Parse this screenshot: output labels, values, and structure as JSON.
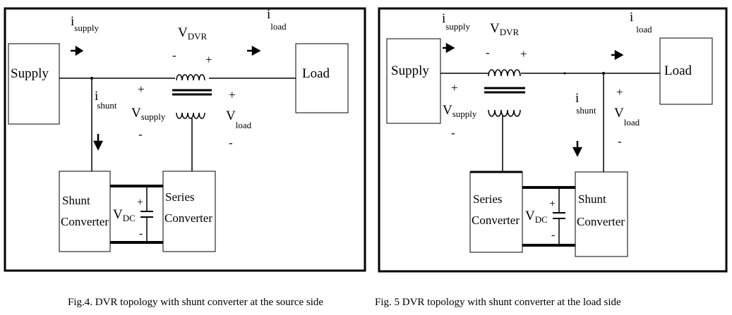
{
  "fig4": {
    "supply": "Supply",
    "load": "Load",
    "i_supply": "i",
    "i_supply_sub": "supply",
    "i_load": "i",
    "i_load_sub": "load",
    "vdvr": "V",
    "vdvr_sub": "DVR",
    "i_shunt": "i",
    "i_shunt_sub": "shunt",
    "v_supply": "V",
    "v_supply_sub": "supply",
    "v_load": "V",
    "v_load_sub": "load",
    "vdc": "V",
    "vdc_sub": "DC",
    "shunt_conv_l1": "Shunt",
    "shunt_conv_l2": "Converter",
    "series_conv_l1": "Series",
    "series_conv_l2": "Converter",
    "plus": "+",
    "minus": "-",
    "caption": "Fig.4. DVR topology with shunt converter at the source side"
  },
  "fig5": {
    "supply": "Supply",
    "load": "Load",
    "i_supply": "i",
    "i_supply_sub": "supply",
    "i_load": "i",
    "i_load_sub": "load",
    "vdvr": "V",
    "vdvr_sub": "DVR",
    "i_shunt": "i",
    "i_shunt_sub": "shunt",
    "v_supply": "V",
    "v_supply_sub": "supply",
    "v_load": "V",
    "v_load_sub": "load",
    "vdc": "V",
    "vdc_sub": "DC",
    "series_conv_l1": "Series",
    "series_conv_l2": "Converter",
    "shunt_conv_l1": "Shunt",
    "shunt_conv_l2": "Converter",
    "plus": "+",
    "minus": "-",
    "caption": "Fig. 5 DVR topology with shunt converter at the load side"
  }
}
